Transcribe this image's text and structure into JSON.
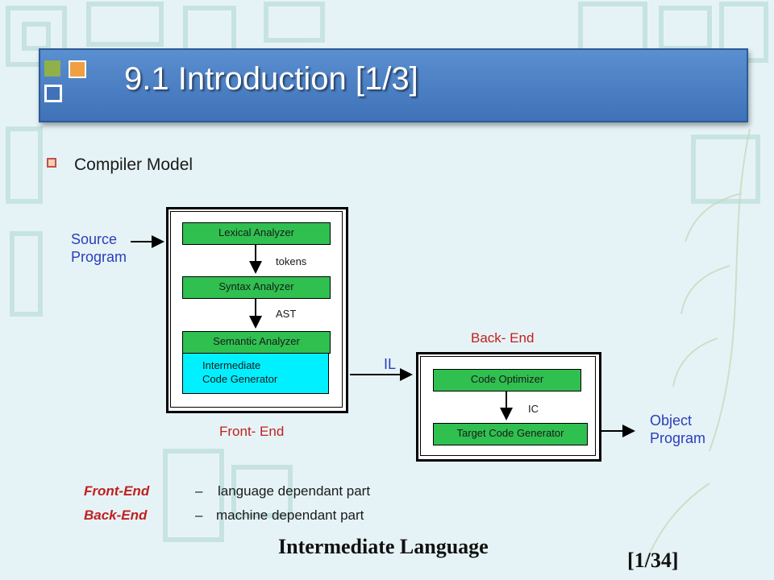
{
  "slide": {
    "title": "9.1 Introduction [1/3]",
    "bullet": "Compiler Model"
  },
  "diagram": {
    "source_label_line1": "Source",
    "source_label_line2": "Program",
    "front_end_boxes": {
      "lexical": "Lexical Analyzer",
      "syntax": "Syntax Analyzer",
      "semantic": "Semantic Analyzer",
      "icg_line1": "Intermediate",
      "icg_line2": "Code Generator"
    },
    "edge_tokens": "tokens",
    "edge_ast": "AST",
    "front_end_label": "Front- End",
    "il_label": "IL",
    "back_end_label": "Back- End",
    "back_end_boxes": {
      "optimizer": "Code Optimizer",
      "target": "Target Code Generator"
    },
    "edge_ic": "IC",
    "object_label_line1": "Object",
    "object_label_line2": "Program"
  },
  "legend": [
    {
      "term": "Front-End",
      "dash": "–",
      "desc": "language dependant part"
    },
    {
      "term": "Back-End",
      "dash": "–",
      "desc": "machine dependant part"
    }
  ],
  "footer": {
    "title": "Intermediate Language",
    "page": "[1/34]"
  },
  "colors": {
    "title_bar": "#4a7fc4",
    "stage_green": "#2fc050",
    "stage_cyan": "#00f0ff",
    "label_blue": "#2a3dbd",
    "label_red": "#c02020"
  }
}
